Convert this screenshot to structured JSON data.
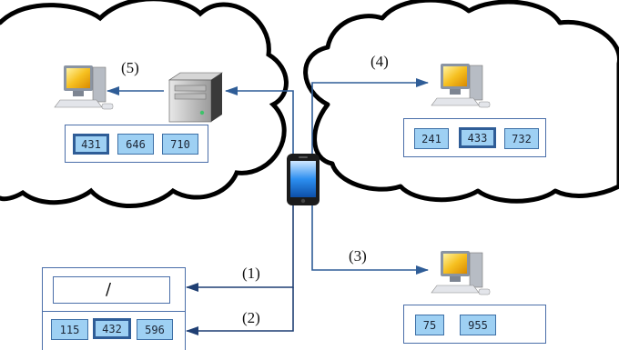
{
  "steps": {
    "s1": "(1)",
    "s2": "(2)",
    "s3": "(3)",
    "s4": "(4)",
    "s5": "(5)"
  },
  "left_panel": {
    "values": [
      "431",
      "646",
      "710"
    ],
    "selected": "431"
  },
  "right_top_panel": {
    "values": [
      "241",
      "433",
      "732"
    ],
    "selected": "433"
  },
  "right_bottom_panel": {
    "values": [
      "75",
      "955"
    ]
  },
  "local_panel": {
    "path": "/",
    "values": [
      "115",
      "432",
      "596"
    ],
    "selected": "432"
  },
  "icons": {
    "computers": "desktop-computer-icon",
    "server": "server-tower-icon",
    "phone": "smartphone-icon"
  },
  "colors": {
    "chip_fill": "#9ed0f3",
    "chip_border": "#3d6fa6",
    "arrow": "#2f5d97",
    "cloud_stroke": "#000000"
  }
}
